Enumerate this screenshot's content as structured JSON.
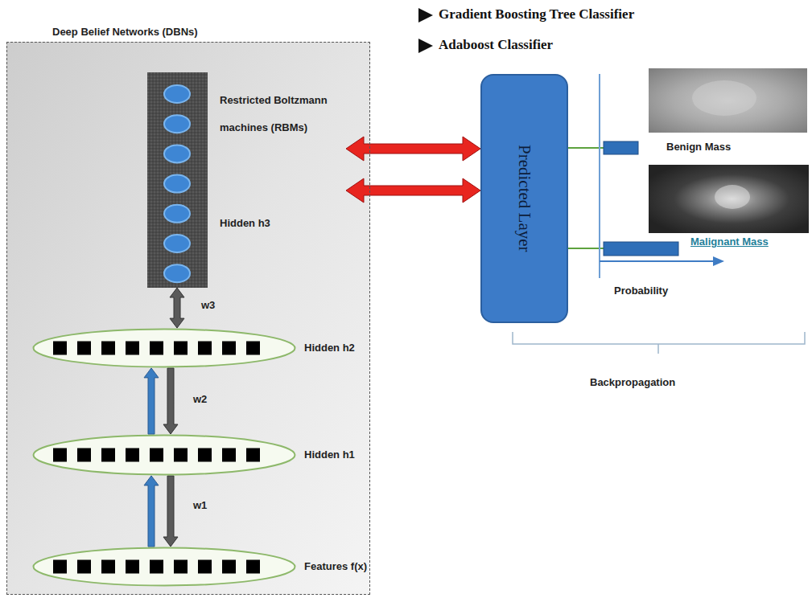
{
  "diagram": {
    "nodes": [
      {
        "text": [
          "Deep Belief Networks (DBNs)"
        ]
      },
      {
        "text": [
          "Restricted Boltzmann machines (RBMs)",
          "Hidden h3"
        ],
        "in": 0
      },
      {
        "text": [
          "Hidden h2"
        ],
        "in": 0
      },
      {
        "text": [
          "Hidden h1"
        ],
        "in": 0
      },
      {
        "text": [
          "Features f(x)"
        ],
        "in": 0
      },
      {
        "text": [
          "Predicted Layer"
        ]
      }
    ],
    "edges": [
      {
        "from": 1,
        "to": 2,
        "arrow": "both",
        "label": "w3"
      },
      {
        "from": 3,
        "to": 2,
        "arrow": "to"
      },
      {
        "from": 2,
        "to": 3,
        "arrow": "to",
        "label": "w2"
      },
      {
        "from": 4,
        "to": 3,
        "arrow": "to"
      },
      {
        "from": 3,
        "to": 4,
        "arrow": "to",
        "label": "w1"
      },
      {
        "from": 1,
        "to": 5,
        "arrow": "both"
      },
      {
        "from": 1,
        "to": 5,
        "arrow": "both"
      }
    ],
    "labels": [
      "Gradient Boosting Tree Classifier",
      "Adaboost Classifier",
      "Benign Mass",
      "Malignant Mass",
      "Probability",
      "Backpropagation"
    ]
  }
}
